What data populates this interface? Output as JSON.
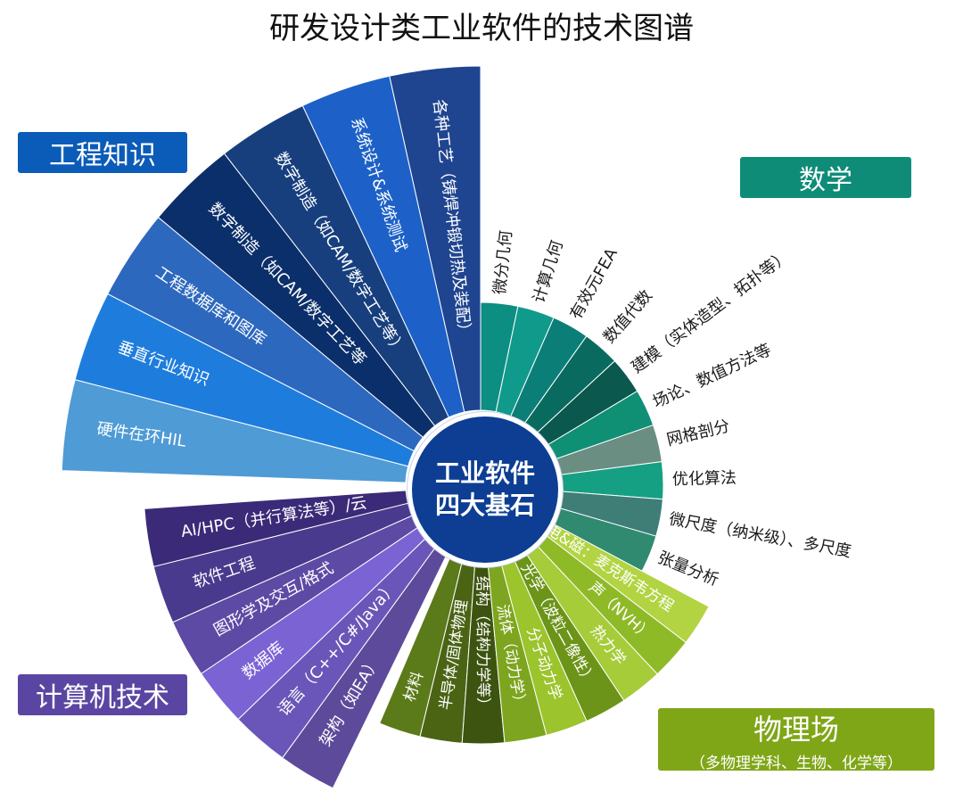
{
  "title": "研发设计类工业软件的技术图谱",
  "center": {
    "line1": "工业软件",
    "line2": "四大基石"
  },
  "groups": {
    "engineering": {
      "label": "工程知识"
    },
    "math": {
      "label": "数学"
    },
    "computing": {
      "label": "计算机技术"
    },
    "physics": {
      "label": "物理场",
      "sublabel": "（多物理学科、生物、化学等）"
    }
  },
  "segments": {
    "engineering": [
      {
        "label": "各种工艺（铸焊冲锻切热及装配）",
        "color": "#1f4590"
      },
      {
        "label": "系统设计&系统测试",
        "color": "#1d61c8"
      },
      {
        "label": "数字制造（如CAM/数字工艺等）",
        "color": "#173f7e"
      },
      {
        "label": "数字制造（如CAM/数字工艺等",
        "color": "#0b2f6a"
      },
      {
        "label": "工程数据库和图库",
        "color": "#2d68bf"
      },
      {
        "label": "垂直行业知识",
        "color": "#1e7ddc"
      },
      {
        "label": "硬件在环HIL",
        "color": "#4e9bd6"
      }
    ],
    "math": [
      {
        "label": "微分几何",
        "color": "#0c8e82"
      },
      {
        "label": "计算几何",
        "color": "#0f9a8c"
      },
      {
        "label": "有效元FEA",
        "color": "#0b7e78"
      },
      {
        "label": "数值代数",
        "color": "#096b60"
      },
      {
        "label": "建模（实体造型、拓扑等）",
        "color": "#0a584e"
      },
      {
        "label": "场论、数值方法等",
        "color": "#0f8f74"
      },
      {
        "label": "网格剖分",
        "color": "#6a8e82"
      },
      {
        "label": "优化算法",
        "color": "#15a084"
      },
      {
        "label": "微尺度（纳米级）、多尺度",
        "color": "#3e7e76"
      },
      {
        "label": "张量分析",
        "color": "#2f8a70"
      }
    ],
    "physics": [
      {
        "label": "材料",
        "color": "#5b7a1a"
      },
      {
        "label": "半导体/固体物理",
        "color": "#4a6414"
      },
      {
        "label": "结构（结构力学等）",
        "color": "#3d5410"
      },
      {
        "label": "流体（动力学）",
        "color": "#7ea51f"
      },
      {
        "label": "分子动力学",
        "color": "#9cc42c"
      },
      {
        "label": "光学（波粒二像性）",
        "color": "#6c9418"
      },
      {
        "label": "热力学",
        "color": "#a6cc3a"
      },
      {
        "label": "声（NVH）",
        "color": "#8fba28"
      },
      {
        "label": "电&磁：麦克斯韦方程",
        "color": "#b2d442"
      }
    ],
    "computing": [
      {
        "label": "AI/HPC（并行算法等）/云",
        "color": "#3b2a78"
      },
      {
        "label": "软件工程",
        "color": "#4a3a8e"
      },
      {
        "label": "图形学及交互/格式",
        "color": "#5d4aa4"
      },
      {
        "label": "数据库",
        "color": "#7b63d4"
      },
      {
        "label": "语言（C++/C#/Java）",
        "color": "#6a56b8"
      },
      {
        "label": "架构（如EA）",
        "color": "#5d4a9a"
      }
    ]
  }
}
